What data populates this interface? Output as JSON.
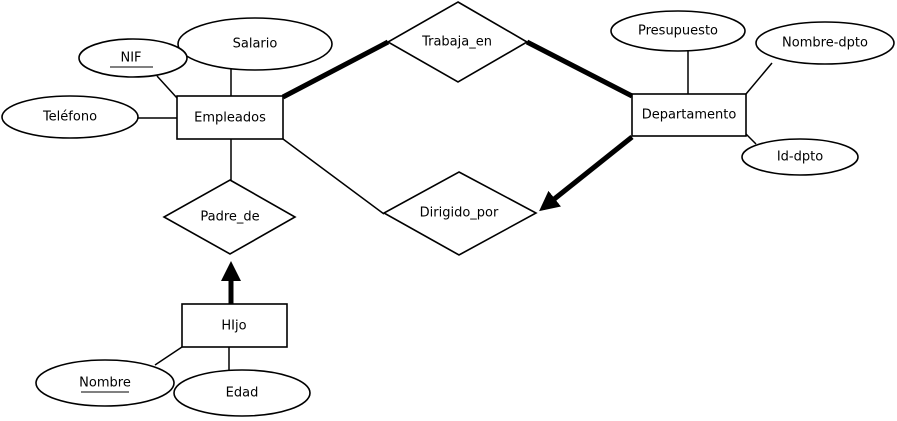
{
  "entities": {
    "empleados": "Empleados",
    "departamento": "Departamento",
    "hijo": "HIjo"
  },
  "relationships": {
    "trabaja_en": "Trabaja_en",
    "dirigido_por": "Dirigido_por",
    "padre_de": "Padre_de"
  },
  "attributes": {
    "nif": "NIF",
    "salario": "Salario",
    "telefono": "Teléfono",
    "presupuesto": "Presupuesto",
    "nombre_dpto": "Nombre-dpto",
    "id_dpto": "Id-dpto",
    "nombre": "Nombre",
    "edad": "Edad"
  },
  "key_attributes": [
    "NIF",
    "Nombre"
  ],
  "colors": {
    "stroke": "#000000",
    "fill": "#ffffff"
  }
}
